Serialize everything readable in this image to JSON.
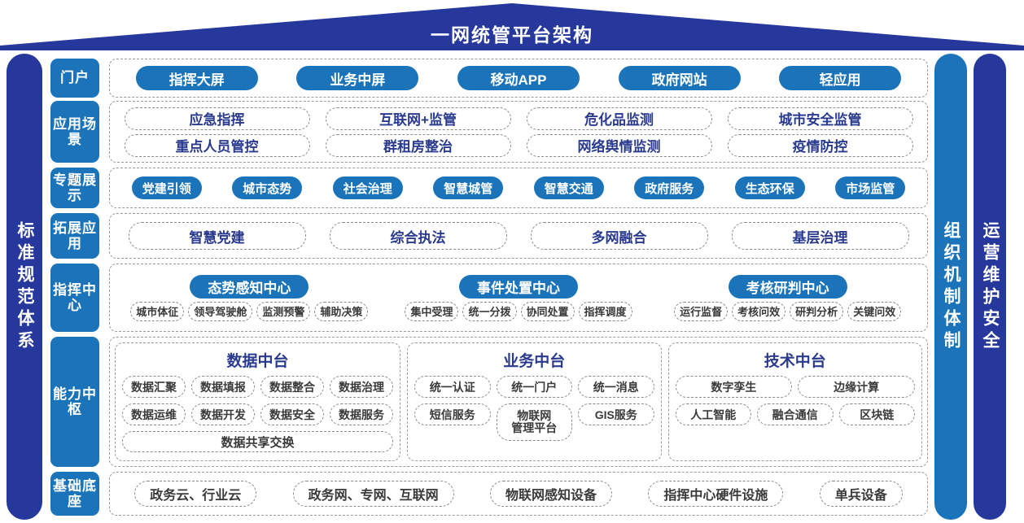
{
  "header": {
    "title": "一网统管平台架构",
    "color": "#26389c"
  },
  "side_bars": {
    "left": {
      "label": "标准规范体系",
      "color": "#26389c"
    },
    "right1": {
      "label": "组织机制体制",
      "color": "#1b74ba"
    },
    "right2": {
      "label": "运营维护安全",
      "color": "#26389c"
    }
  },
  "rows": {
    "portal": {
      "label": "门户",
      "items": [
        "指挥大屏",
        "业务中屏",
        "移动APP",
        "政府网站",
        "轻应用"
      ]
    },
    "scenes": {
      "label": "应用场景",
      "line1": [
        "应急指挥",
        "互联网+监管",
        "危化品监测",
        "城市安全监管"
      ],
      "line2": [
        "重点人员管控",
        "群租房整治",
        "网络舆情监测",
        "疫情防控"
      ]
    },
    "topic": {
      "label": "专题展示",
      "items": [
        "党建引领",
        "城市态势",
        "社会治理",
        "智慧城管",
        "智慧交通",
        "政府服务",
        "生态环保",
        "市场监管"
      ]
    },
    "extend": {
      "label": "拓展应用",
      "items": [
        "智慧党建",
        "综合执法",
        "多网融合",
        "基层治理"
      ]
    },
    "command": {
      "label": "指挥中心",
      "groups": [
        {
          "title": "态势感知中心",
          "tags": [
            "城市体征",
            "领导驾驶舱",
            "监测预警",
            "辅助决策"
          ]
        },
        {
          "title": "事件处置中心",
          "tags": [
            "集中受理",
            "统一分拨",
            "协同处置",
            "指挥调度"
          ]
        },
        {
          "title": "考核研判中心",
          "tags": [
            "运行监督",
            "考核问效",
            "研判分析",
            "关键问效"
          ]
        }
      ]
    },
    "hub": {
      "label": "能力中枢",
      "boxes": [
        {
          "title": "数据中台",
          "line1": [
            "数据汇聚",
            "数据填报",
            "数据整合",
            "数据治理"
          ],
          "line2": [
            "数据运维",
            "数据开发",
            "数据安全",
            "数据服务"
          ],
          "full": "数据共享交换"
        },
        {
          "title": "业务中台",
          "line1": [
            "统一认证",
            "统一门户",
            "统一消息"
          ],
          "line2": [
            "短信服务",
            "物联网管理平台",
            "GIS服务"
          ],
          "line2_multiline_index": 1,
          "line2_multiline_parts": [
            "物联网",
            "管理平台"
          ]
        },
        {
          "title": "技术中台",
          "line1": [
            "数字孪生",
            "边缘计算"
          ],
          "line2": [
            "人工智能",
            "融合通信",
            "区块链"
          ]
        }
      ]
    },
    "base": {
      "label": "基础底座",
      "items": [
        "政务云、行业云",
        "政务网、专网、互联网",
        "物联网感知设备",
        "指挥中心硬件设施",
        "单兵设备"
      ]
    }
  }
}
